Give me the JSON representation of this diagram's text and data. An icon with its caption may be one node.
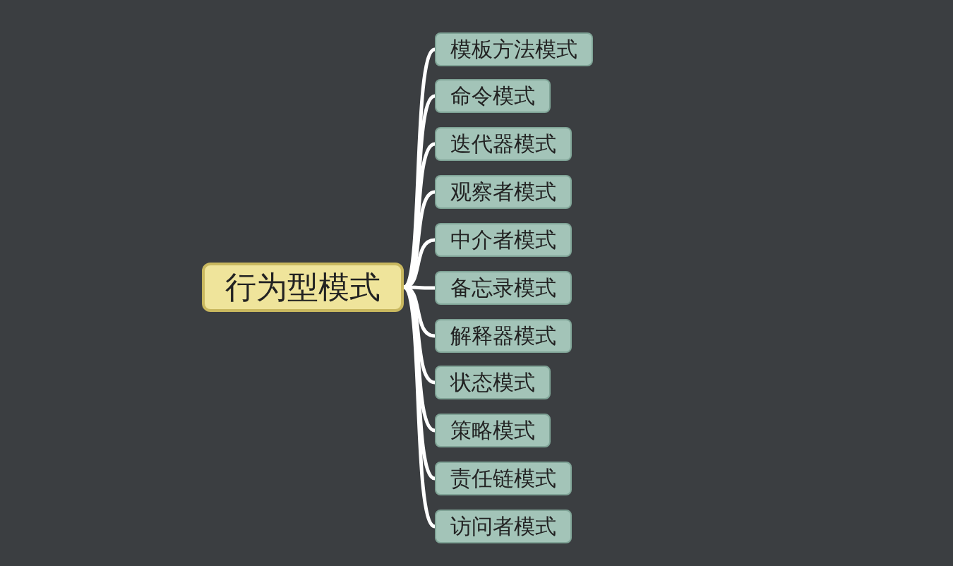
{
  "diagram": {
    "nodes": [
      {
        "text": [
          "行为型模式"
        ]
      },
      {
        "text": [
          "模板方法模式"
        ]
      },
      {
        "text": [
          "命令模式"
        ]
      },
      {
        "text": [
          "迭代器模式"
        ]
      },
      {
        "text": [
          "观察者模式"
        ]
      },
      {
        "text": [
          "中介者模式"
        ]
      },
      {
        "text": [
          "备忘录模式"
        ]
      },
      {
        "text": [
          "解释器模式"
        ]
      },
      {
        "text": [
          "状态模式"
        ]
      },
      {
        "text": [
          "策略模式"
        ]
      },
      {
        "text": [
          "责任链模式"
        ]
      },
      {
        "text": [
          "访问者模式"
        ]
      }
    ],
    "edges": [
      {
        "from": 0,
        "to": 1,
        "arrow": "none"
      },
      {
        "from": 0,
        "to": 2,
        "arrow": "none"
      },
      {
        "from": 0,
        "to": 3,
        "arrow": "none"
      },
      {
        "from": 0,
        "to": 4,
        "arrow": "none"
      },
      {
        "from": 0,
        "to": 5,
        "arrow": "none"
      },
      {
        "from": 0,
        "to": 6,
        "arrow": "none"
      },
      {
        "from": 0,
        "to": 7,
        "arrow": "none"
      },
      {
        "from": 0,
        "to": 8,
        "arrow": "none"
      },
      {
        "from": 0,
        "to": 9,
        "arrow": "none"
      },
      {
        "from": 0,
        "to": 10,
        "arrow": "none"
      },
      {
        "from": 0,
        "to": 11,
        "arrow": "none"
      }
    ]
  }
}
